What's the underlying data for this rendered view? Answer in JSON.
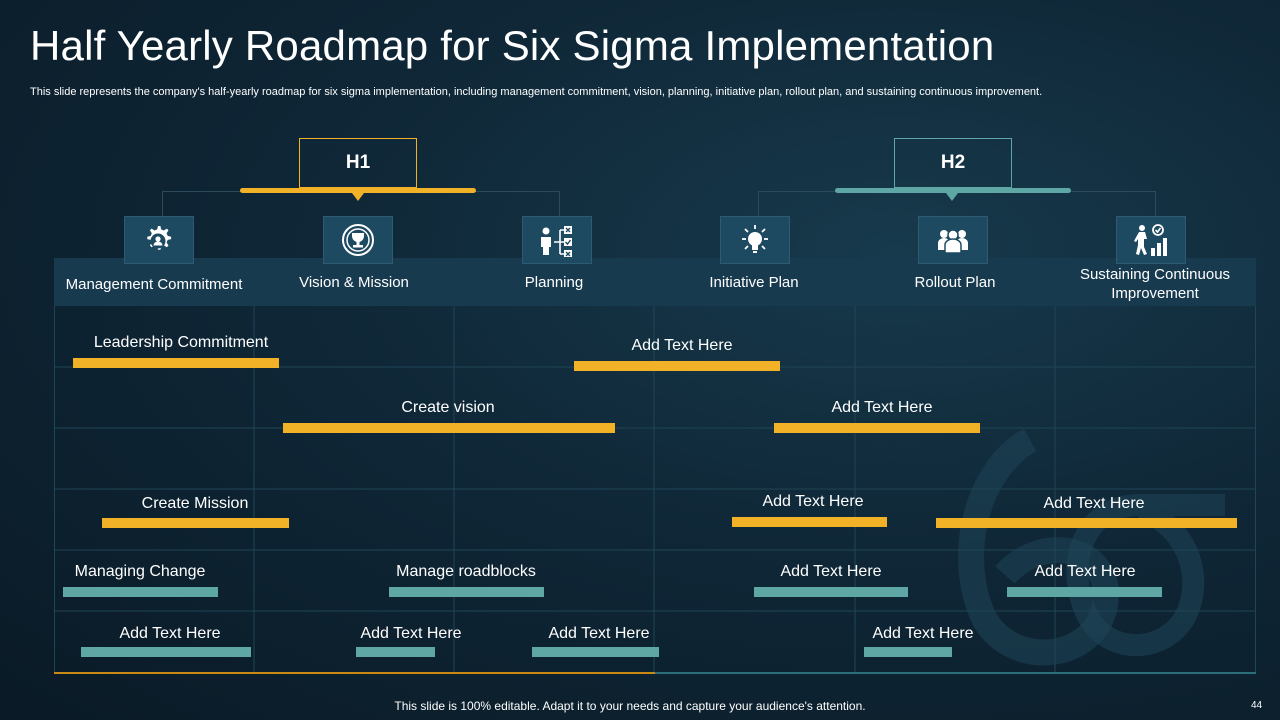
{
  "title": "Half Yearly Roadmap for Six Sigma Implementation",
  "subtitle": "This slide represents the company's half-yearly roadmap for six sigma implementation, including management commitment, vision, planning, initiative plan, rollout plan, and sustaining continuous improvement.",
  "halves": {
    "h1": "H1",
    "h2": "H2"
  },
  "phases": [
    {
      "label": "Management Commitment",
      "icon": "gear-user-icon"
    },
    {
      "label": "Vision & Mission",
      "icon": "target-trophy-icon"
    },
    {
      "label": "Planning",
      "icon": "planning-checklist-icon"
    },
    {
      "label": "Initiative Plan",
      "icon": "lightbulb-icon"
    },
    {
      "label": "Rollout Plan",
      "icon": "team-icon"
    },
    {
      "label": "Sustaining Continuous Improvement",
      "icon": "growth-climb-icon"
    }
  ],
  "tasks": {
    "leadership_commitment": "Leadership Commitment",
    "add_text_1": "Add Text Here",
    "create_vision": "Create vision",
    "add_text_2": "Add Text Here",
    "create_mission": "Create Mission",
    "add_text_3": "Add Text Here",
    "add_text_4": "Add Text Here",
    "managing_change": "Managing Change",
    "manage_roadblocks": "Manage roadblocks",
    "add_text_5": "Add Text Here",
    "add_text_6": "Add Text Here",
    "add_text_7": "Add Text Here",
    "add_text_8": "Add Text Here",
    "add_text_9": "Add Text Here",
    "add_text_10": "Add Text Here"
  },
  "colors": {
    "h1_accent": "#f2b227",
    "h2_accent": "#5ea7a5",
    "background": "#0f2737"
  },
  "footer": "This slide is 100% editable. Adapt it to your needs and capture your audience's attention.",
  "page_number": "44"
}
